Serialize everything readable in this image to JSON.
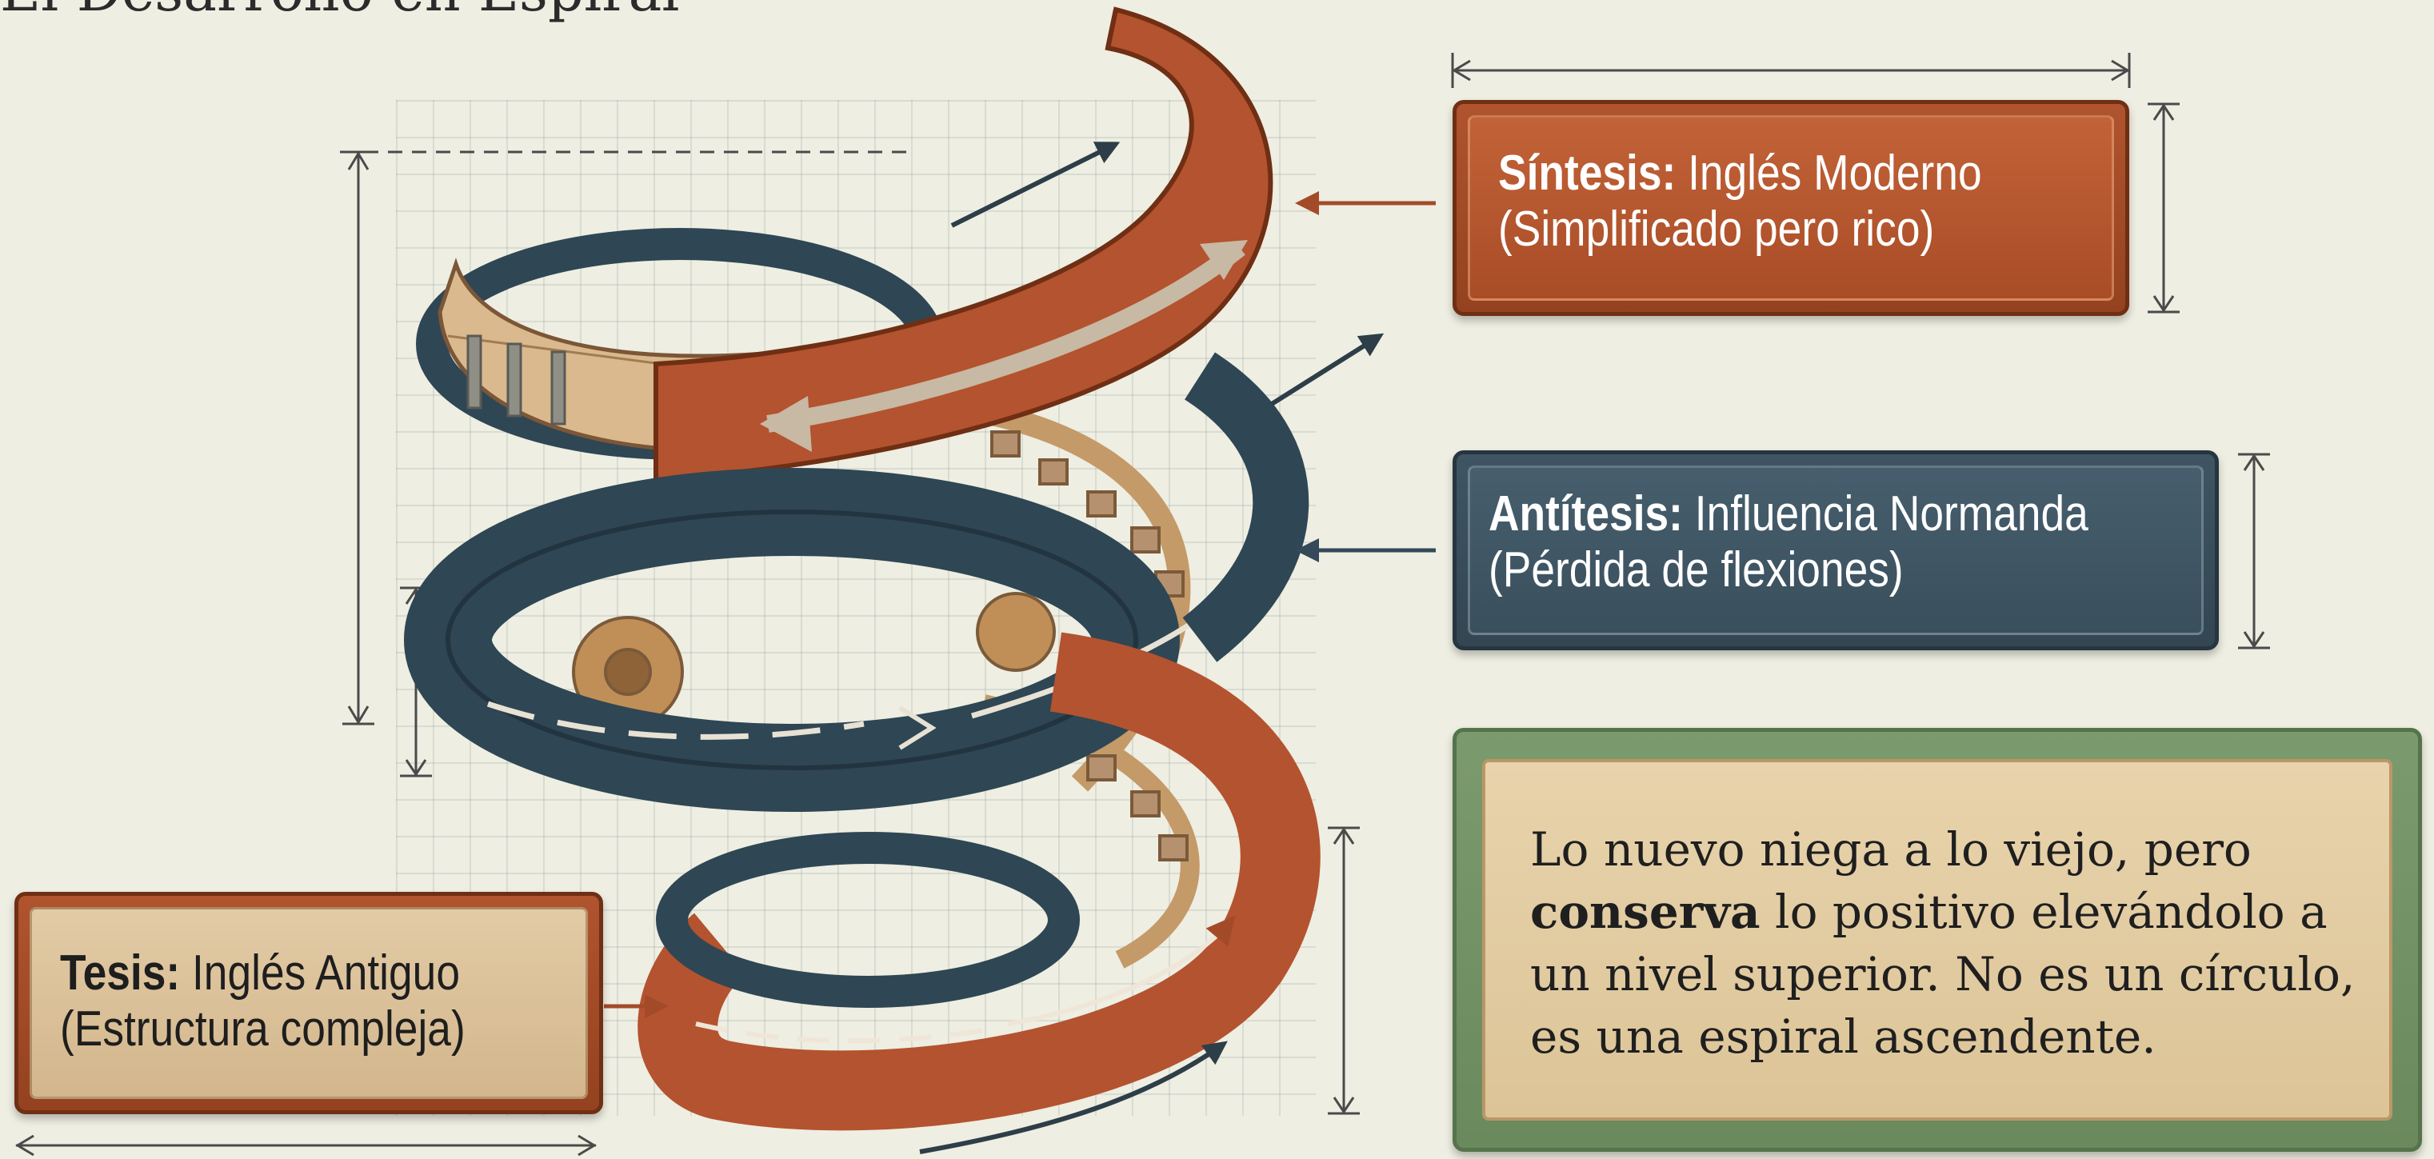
{
  "title": "El Desarrollo en Espiral",
  "sintesis": {
    "label": "Síntesis:",
    "name": "Inglés Moderno",
    "detail": "(Simplificado pero rico)"
  },
  "antitesis": {
    "label": "Antítesis:",
    "name": "Influencia Normanda",
    "detail": "(Pérdida de flexiones)"
  },
  "tesis": {
    "label": "Tesis:",
    "name": "Inglés Antiguo",
    "detail": "(Estructura compleja)"
  },
  "nota": {
    "line1": "Lo nuevo niega a lo viejo, pero",
    "bold": "conserva",
    "line2_rest": " lo positivo elevándolo a",
    "line3": "un nivel superior. No es un círculo,",
    "line4": "es una espiral ascendente."
  },
  "colors": {
    "terracotta": "#b4532f",
    "slate": "#2f4654",
    "wood": "#d9b98d",
    "sage": "#72926a"
  }
}
